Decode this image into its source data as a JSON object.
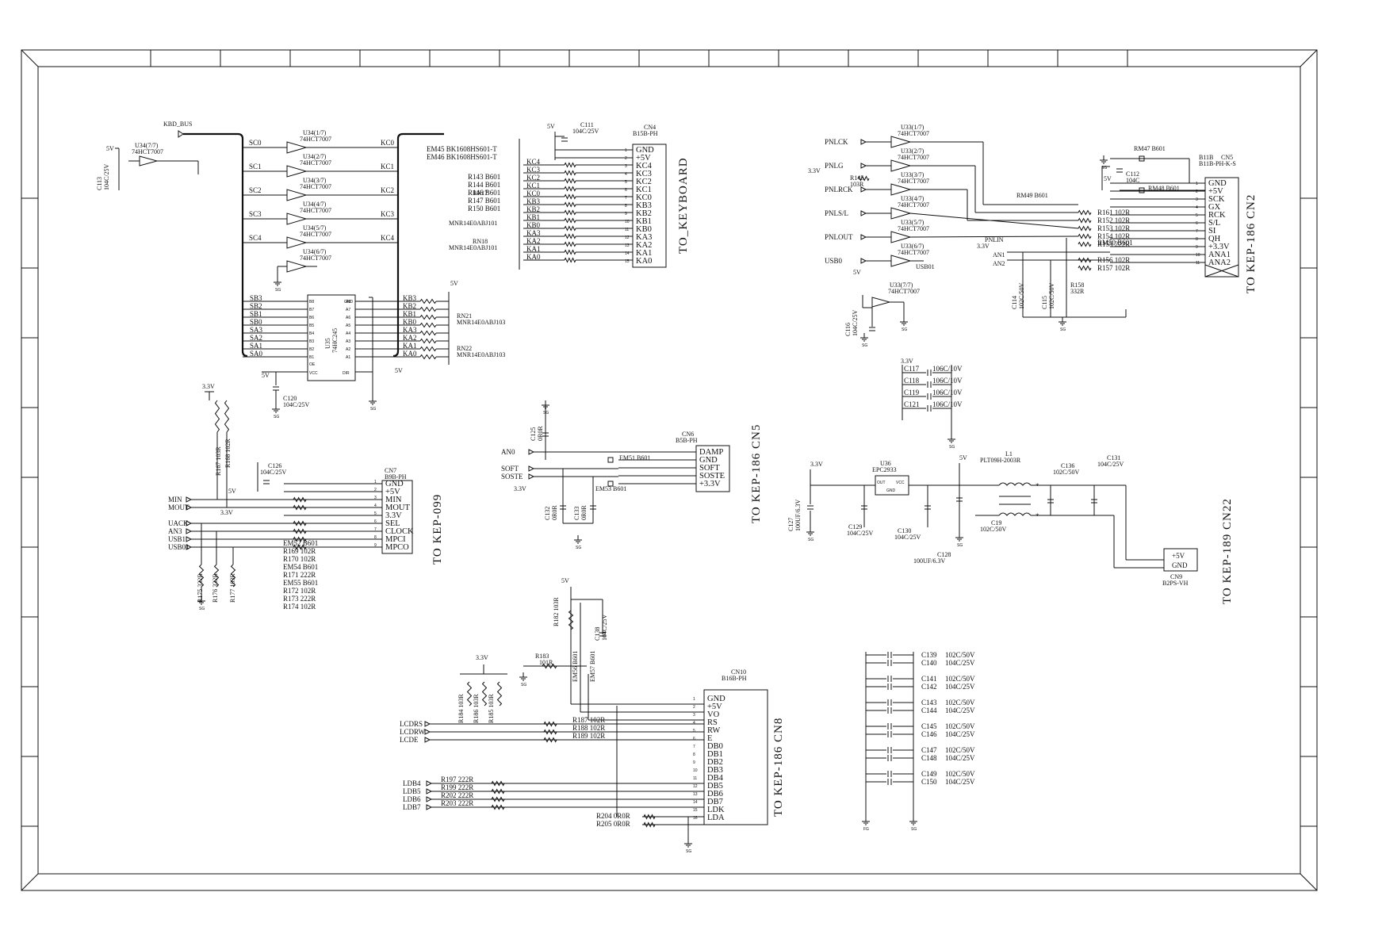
{
  "sheet": {
    "kbd_bus": "KBD_BUS",
    "u34_7": "U34(7/7)",
    "u34_7_part": "74HCT7007",
    "c113": "C113",
    "c113_val": "104C/25V",
    "v5": "5V",
    "sg": "SG",
    "fg": "FG",
    "v33": "3.3V"
  },
  "u34_buffers": [
    {
      "ref": "U34(1/7)",
      "part": "74HCT7007",
      "in": "SC0",
      "out": "KC0"
    },
    {
      "ref": "U34(2/7)",
      "part": "74HCT7007",
      "in": "SC1",
      "out": "KC1"
    },
    {
      "ref": "U34(3/7)",
      "part": "74HCT7007",
      "in": "SC2",
      "out": "KC2"
    },
    {
      "ref": "U34(4/7)",
      "part": "74HCT7007",
      "in": "SC3",
      "out": "KC3"
    },
    {
      "ref": "U34(5/7)",
      "part": "74HCT7007",
      "in": "SC4",
      "out": "KC4"
    },
    {
      "ref": "U34(6/7)",
      "part": "74HCT7007",
      "in": "",
      "out": ""
    }
  ],
  "u35": {
    "ref": "U35",
    "part": "74HC245",
    "left_in": [
      "SB3",
      "SB2",
      "SB1",
      "SB0",
      "SA3",
      "SA2",
      "SA1",
      "SA0"
    ],
    "right_out": [
      "KB3",
      "KB2",
      "KB1",
      "KB0",
      "KA3",
      "KA2",
      "KA1",
      "KA0"
    ],
    "pins_b": [
      "B8",
      "B7",
      "B6",
      "B5",
      "B4",
      "B3",
      "B2",
      "B1"
    ],
    "pins_a": [
      "A8",
      "A7",
      "A6",
      "A5",
      "A4",
      "A3",
      "A2",
      "A1"
    ],
    "gnd": "GND",
    "vcc": "VCC",
    "oe": "OE",
    "dir": "DIR",
    "c120": "C120",
    "c120_val": "104C/25V",
    "rn21": "RN21",
    "rn21_val": "MNR14E0ABJ103",
    "rn22": "RN22",
    "rn22_val": "MNR14E0ABJ103"
  },
  "cn4": {
    "ref": "CN4",
    "part": "B15B-PH",
    "pins": [
      "GND",
      "+5V",
      "KC4",
      "KC3",
      "KC2",
      "KC1",
      "KC0",
      "KB3",
      "KB2",
      "KB1",
      "KB0",
      "KA3",
      "KA2",
      "KA1",
      "KA0"
    ],
    "nets": [
      "KC4",
      "KC3",
      "KC2",
      "KC1",
      "KC0",
      "KB3",
      "KB2",
      "KB1",
      "KB0",
      "KA3",
      "KA2",
      "KA1",
      "KA0"
    ],
    "c111": "C111",
    "c111_val": "104C/25V",
    "parts": [
      "EM45 BK1608HS601-T",
      "EM46 BK1608HS601-T",
      "R143 B601",
      "R144 B601",
      "R146 B601",
      "R147 B601",
      "R150 B601"
    ],
    "rn17": "RN17",
    "rn17_val": "MNR14E0ABJ101",
    "rn18": "RN18",
    "rn18_val": "MNR14E0ABJ101",
    "to": "TO_KEYBOARD"
  },
  "cn7": {
    "ref": "CN7",
    "part": "B9B-PH",
    "pins": [
      "GND",
      "+5V",
      "MIN",
      "MOUT",
      "3.3V",
      "SEL",
      "CLOCK",
      "MPCI",
      "MPCO"
    ],
    "inputs": [
      "MIN",
      "MOUT",
      "UACK",
      "AN3",
      "USB1",
      "USB01"
    ],
    "c126": "C126",
    "c126_val": "104C/25V",
    "parts": [
      "EM52 B601",
      "R169 102R",
      "R170 102R",
      "EM54 B601",
      "R171 222R",
      "EM55 B601",
      "R172 102R",
      "R173 222R",
      "R174 102R"
    ],
    "r167": "R167 103R",
    "r168": "R168 102R",
    "r175": "R175 332R",
    "r176": "R176 332R",
    "r177": "R177 103R",
    "to": "TO KEP-099"
  },
  "cn6": {
    "ref": "CN6",
    "part": "B5B-PH",
    "pins": [
      "DAMP",
      "GND",
      "SOFT",
      "SOSTE",
      "+3.3V"
    ],
    "inputs": [
      "AN0",
      "SOFT",
      "SOSTE"
    ],
    "c125": "C125",
    "c125_val": "0R0R",
    "c132": "C132",
    "c132_val": "0R0R",
    "c133": "C133",
    "c133_val": "0R0R",
    "em51": "EM51 B601",
    "em53": "EM53 B601",
    "to": "TO KEP-186 CN5"
  },
  "cn10": {
    "ref": "CN10",
    "part": "B16B-PH",
    "pins": [
      "GND",
      "+5V",
      "VO",
      "RS",
      "RW",
      "E",
      "DB0",
      "DB1",
      "DB2",
      "DB3",
      "DB4",
      "DB5",
      "DB6",
      "DB7",
      "LDK",
      "LDA"
    ],
    "inputs": [
      "LCDRS",
      "LCDRW",
      "LCDE",
      "LDB4",
      "LDB5",
      "LDB6",
      "LDB7"
    ],
    "r182": "R182 103R",
    "c138": "C138",
    "c138_val": "104C/25V",
    "em56": "EM56 B601",
    "em57": "EM57 B601",
    "r183": "R183",
    "r183_val": "101R",
    "r184": "R184 103R",
    "r186": "R186 103R",
    "r185": "R185 103R",
    "r187": "R187 102R",
    "r188": "R188 102R",
    "r189": "R189 102R",
    "r197": "R197 222R",
    "r199": "R199 222R",
    "r202": "R202 222R",
    "r203": "R203 222R",
    "r204": "R204 0R0R",
    "r205": "R205 0R0R",
    "to": "TO KEP-186 CN8"
  },
  "u33_buffers": [
    {
      "ref": "U33(1/7)",
      "part": "74HCT7007",
      "in": "PNLCK"
    },
    {
      "ref": "U33(2/7)",
      "part": "74HCT7007",
      "in": "PNLG"
    },
    {
      "ref": "U33(3/7)",
      "part": "74HCT7007",
      "in": "PNLRCK"
    },
    {
      "ref": "U33(4/7)",
      "part": "74HCT7007",
      "in": "PNLS/L"
    },
    {
      "ref": "U33(5/7)",
      "part": "74HCT7007",
      "in": "PNLOUT"
    },
    {
      "ref": "U33(6/7)",
      "part": "74HCT7007",
      "in": "USB0"
    }
  ],
  "cn2": {
    "ref": "B11B",
    "cn": "CN5",
    "part": "B11B-PH-K-S",
    "pins": [
      "GND",
      "+5V",
      "SCK",
      "GX",
      "RCK",
      "S/L",
      "SI",
      "QH",
      "+3.3V",
      "ANA1",
      "ANA2"
    ],
    "rm47": "RM47 B601",
    "rm48": "RM48 B601",
    "rm49": "RM49 B601",
    "rm50": "RM50 B601",
    "c112": "C112",
    "c112_val": "104C",
    "c114": "C114",
    "c114_val": "102C/50V",
    "c115": "C115",
    "c115_val": "102C/50V",
    "r158": "R158",
    "r158_val": "332R",
    "r145": "R145",
    "r145_val": "103R",
    "usb01": "USB01",
    "u33_7": "U33(7/7)",
    "u33_7_part": "74HCT7007",
    "c116": "C116",
    "c116_val": "104C/25V",
    "res": [
      "R161 102R",
      "R152 102R",
      "R153 102R",
      "R154 102R",
      "R155 222R",
      "R156 102R",
      "R157 102R"
    ],
    "pnlin": "PNLIN",
    "an1": "AN1",
    "an2": "AN2",
    "to": "TO KEP-186 CN2"
  },
  "decoupling_33": [
    {
      "ref": "C117",
      "val": "106C/10V"
    },
    {
      "ref": "C118",
      "val": "106C/10V"
    },
    {
      "ref": "C119",
      "val": "106C/10V"
    },
    {
      "ref": "C121",
      "val": "106C/10V"
    }
  ],
  "power": {
    "u36": "U36",
    "u36_part": "EPC2933",
    "u36_pins": [
      "OUT",
      "VCC",
      "GND"
    ],
    "c127": "C127",
    "c127_val": "100UF/6.3V",
    "c129": "C129",
    "c129_val": "104C/25V",
    "c130": "C130",
    "c130_val": "104C/25V",
    "c128": "C128",
    "c128_val": "100UF/6.3V",
    "l1": "L1",
    "l1_part": "PLT09H-2003R",
    "c136": "C136",
    "c136_val": "102C/50V",
    "c131": "C131",
    "c131_val": "104C/25V",
    "c19": "C19",
    "c19_val": "102C/50V",
    "cn9": "CN9",
    "cn9_part": "B2PS-VH",
    "cn9_pins": [
      "+5V",
      "GND"
    ],
    "to": "TO KEP-189 CN22"
  },
  "cap_bank": [
    {
      "ref": "C139",
      "val": "102C/50V"
    },
    {
      "ref": "C140",
      "val": "104C/25V"
    },
    {
      "ref": "C141",
      "val": "102C/50V"
    },
    {
      "ref": "C142",
      "val": "104C/25V"
    },
    {
      "ref": "C143",
      "val": "102C/50V"
    },
    {
      "ref": "C144",
      "val": "104C/25V"
    },
    {
      "ref": "C145",
      "val": "102C/50V"
    },
    {
      "ref": "C146",
      "val": "104C/25V"
    },
    {
      "ref": "C147",
      "val": "102C/50V"
    },
    {
      "ref": "C148",
      "val": "104C/25V"
    },
    {
      "ref": "C149",
      "val": "102C/50V"
    },
    {
      "ref": "C150",
      "val": "104C/25V"
    }
  ]
}
